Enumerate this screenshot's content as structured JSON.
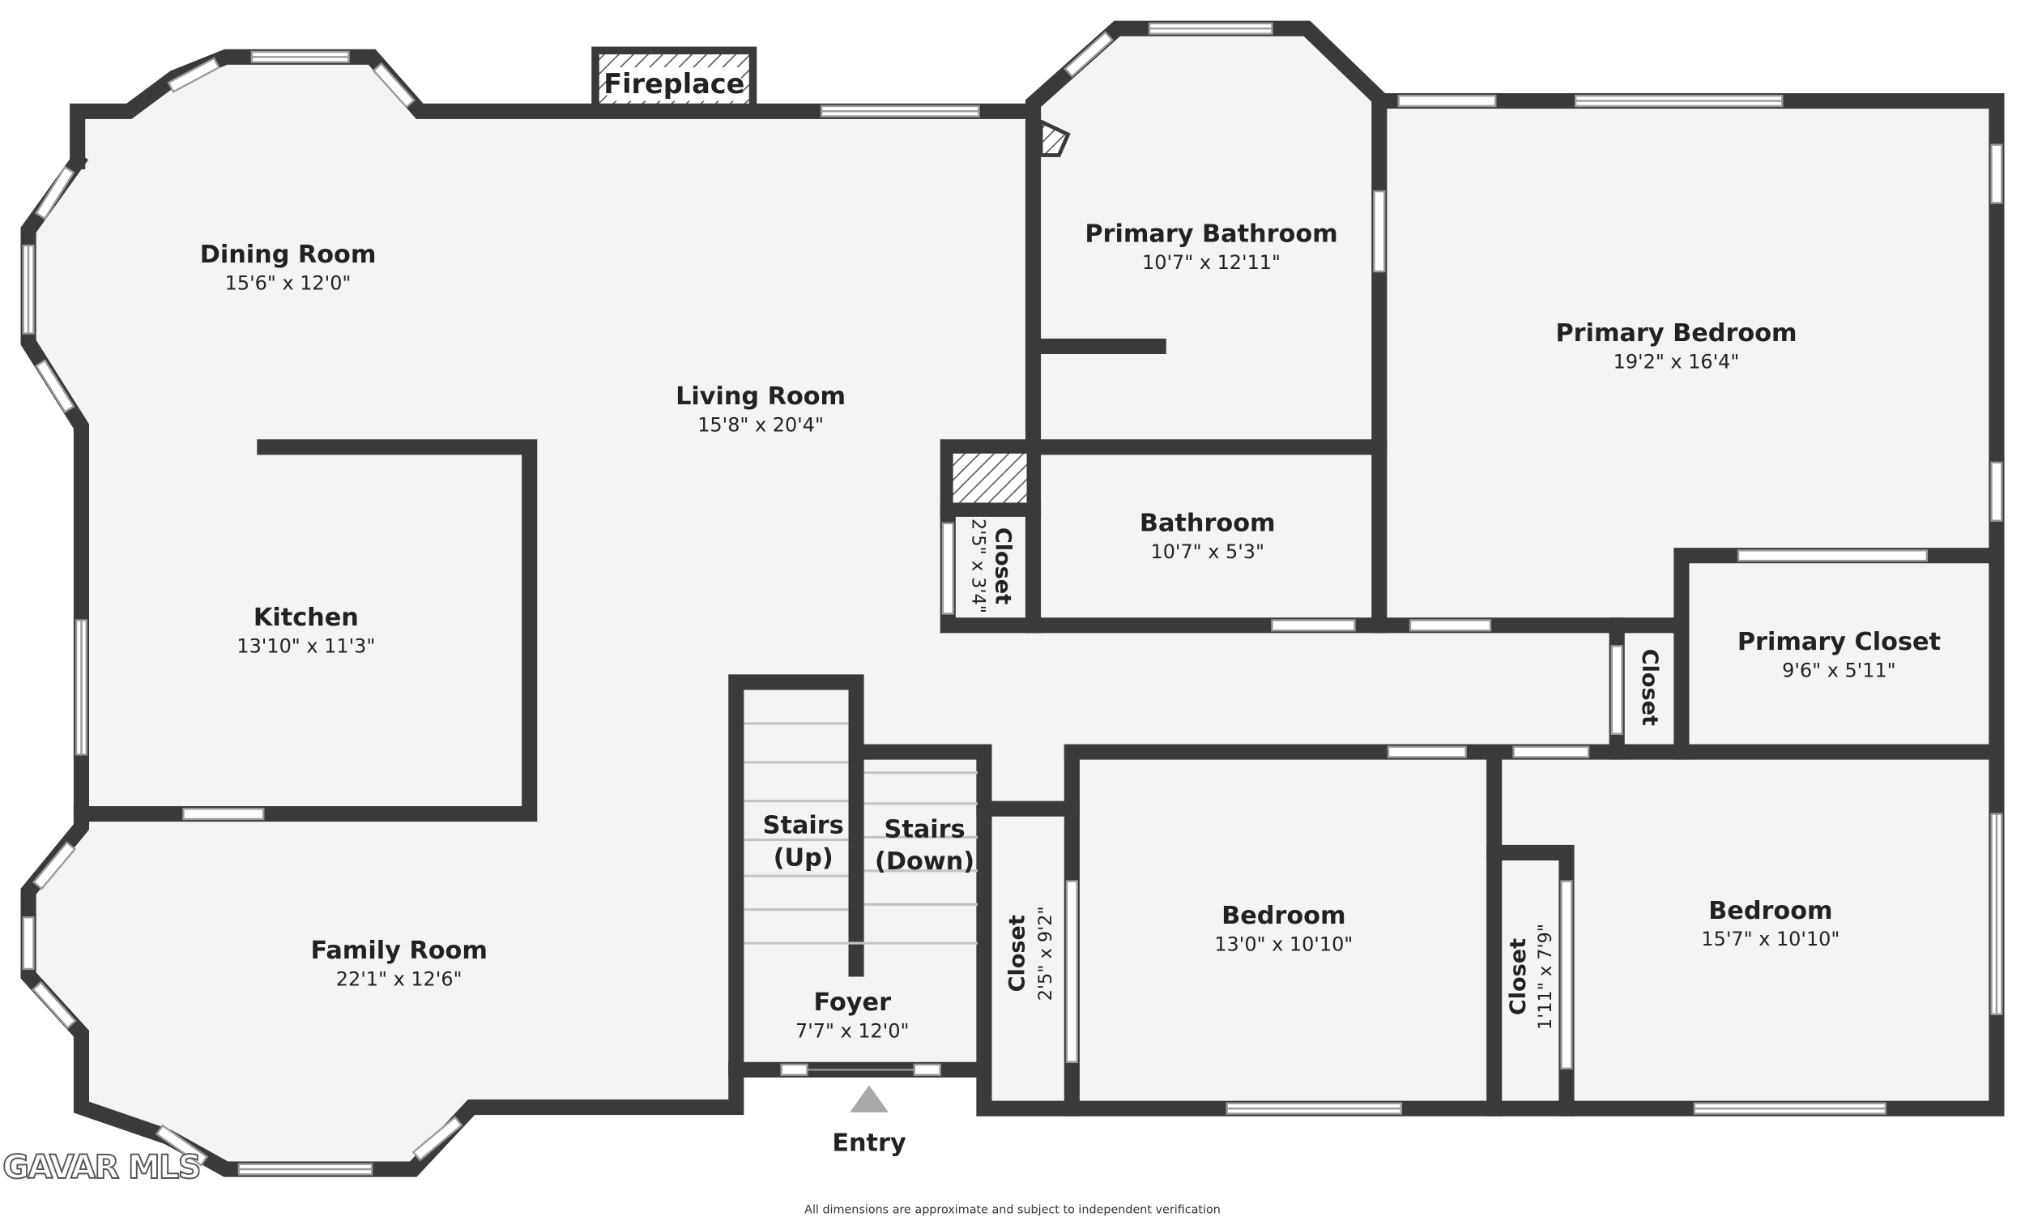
{
  "rooms": {
    "dining": {
      "name": "Dining Room",
      "dim": "15'6\" x 12'0\""
    },
    "living": {
      "name": "Living Room",
      "dim": "15'8\" x 20'4\""
    },
    "kitchen": {
      "name": "Kitchen",
      "dim": "13'10\" x 11'3\""
    },
    "family": {
      "name": "Family Room",
      "dim": "22'1\" x 12'6\""
    },
    "primary_bath": {
      "name": "Primary Bathroom",
      "dim": "10'7\" x 12'11\""
    },
    "primary_bed": {
      "name": "Primary Bedroom",
      "dim": "19'2\" x 16'4\""
    },
    "bathroom": {
      "name": "Bathroom",
      "dim": "10'7\" x 5'3\""
    },
    "primary_closet": {
      "name": "Primary Closet",
      "dim": "9'6\" x 5'11\""
    },
    "closet_small": {
      "name": "Closet",
      "dim": "2'5\" x 3'4\""
    },
    "closet_hall": {
      "name": "Closet"
    },
    "stairs_up": {
      "line1": "Stairs",
      "line2": "(Up)"
    },
    "stairs_down": {
      "line1": "Stairs",
      "line2": "(Down)"
    },
    "foyer": {
      "name": "Foyer",
      "dim": "7'7\" x 12'0\""
    },
    "closet_front": {
      "name": "Closet",
      "dim": "2'5\" x 9'2\""
    },
    "bedroom_mid": {
      "name": "Bedroom",
      "dim": "13'0\" x 10'10\""
    },
    "closet_bed": {
      "name": "Closet",
      "dim": "1'11\" x 7'9\""
    },
    "bedroom_right": {
      "name": "Bedroom",
      "dim": "15'7\" x 10'10\""
    }
  },
  "labels": {
    "fireplace": "Fireplace",
    "entry": "Entry",
    "watermark": "GAVAR MLS",
    "disclaimer": "All dimensions are approximate and subject to independent verification"
  },
  "colors": {
    "wall": "#3a3a3a",
    "floor": "#f4f4f4",
    "window": "#ffffff",
    "entry_marker": "#a8a8a8",
    "text": "#222222"
  }
}
